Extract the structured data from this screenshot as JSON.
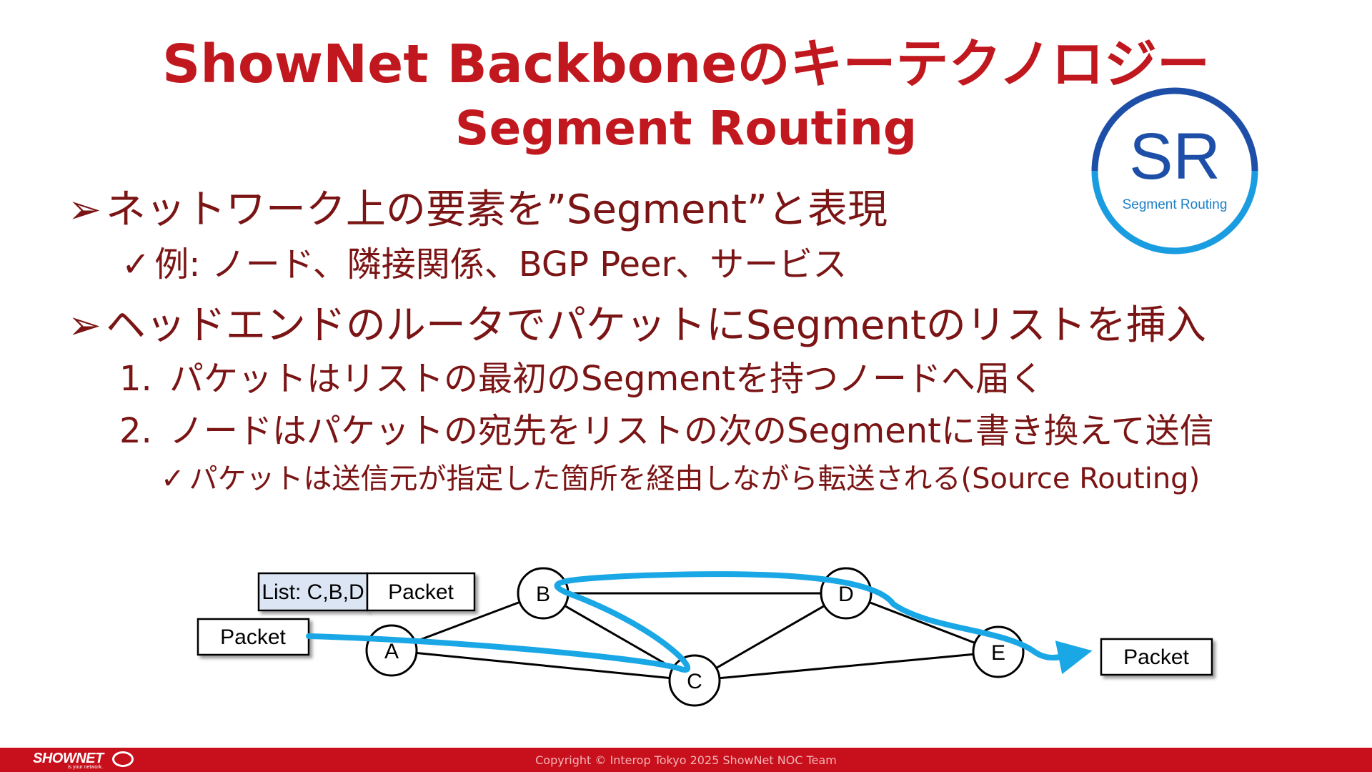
{
  "title": {
    "line1": "ShowNet Backboneのキーテクノロジー",
    "line2": "Segment Routing"
  },
  "logo": {
    "sr_text": "SR",
    "sr_caption": "Segment Routing",
    "ring_top_color": "#1e4fa8",
    "ring_bottom_color": "#1a9de0"
  },
  "bullets": {
    "b1": {
      "marker": "➢",
      "text": "ネットワーク上の要素を”Segment”と表現"
    },
    "b2": {
      "marker": "✓",
      "text": "例: ノード、隣接関係、BGP Peer、サービス"
    },
    "b3": {
      "marker": "➢",
      "text": "ヘッドエンドのルータでパケットにSegmentのリストを挿入"
    },
    "b4": {
      "num": "1.",
      "text": "パケットはリストの最初のSegmentを持つノードへ届く"
    },
    "b5": {
      "num": "2.",
      "text": "ノードはパケットの宛先をリストの次のSegmentに書き換えて送信"
    },
    "b6": {
      "marker": "✓",
      "text": "パケットは送信元が指定した箇所を経由しながら転送される(Source Routing)"
    }
  },
  "diagram": {
    "nodes": [
      "A",
      "B",
      "C",
      "D",
      "E"
    ],
    "list_label": "List: C,B,D",
    "packet_with_list": "Packet",
    "packet_in": "Packet",
    "packet_out": "Packet",
    "path_color": "#1aa7e6",
    "list_fill": "#dbe5f3"
  },
  "footer": {
    "logo": "SHOWNET",
    "tagline": "is your network.",
    "copyright": "Copyright © Interop Tokyo 2025 ShowNet NOC Team",
    "bar_color": "#c8101c"
  }
}
